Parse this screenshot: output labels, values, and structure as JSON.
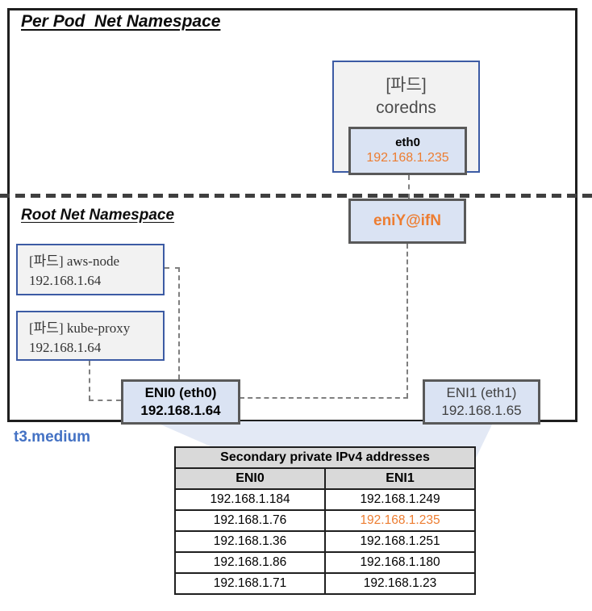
{
  "per_pod_section": {
    "title": "Per Pod  Net Namespace",
    "coredns_pod": {
      "tag": "[파드]",
      "name": "coredns",
      "eth": {
        "name": "eth0",
        "ip": "192.168.1.235"
      }
    }
  },
  "root_section": {
    "title": "Root Net Namespace",
    "veth_label": "eniY@ifN",
    "aws_node_pod": {
      "label": "[파드] aws-node",
      "ip": "192.168.1.64"
    },
    "kube_proxy_pod": {
      "label": "[파드] kube-proxy",
      "ip": "192.168.1.64"
    },
    "eni0": {
      "label": "ENI0 (eth0)",
      "ip": "192.168.1.64"
    },
    "eni1": {
      "label": "ENI1 (eth1)",
      "ip": "192.168.1.65"
    }
  },
  "instance_type_label": "t3.medium",
  "ip_table": {
    "title": "Secondary private IPv4 addresses",
    "columns": [
      "ENI0",
      "ENI1"
    ],
    "rows": [
      [
        "192.168.1.184",
        "192.168.1.249"
      ],
      [
        "192.168.1.76",
        "192.168.1.235"
      ],
      [
        "192.168.1.36",
        "192.168.1.251"
      ],
      [
        "192.168.1.86",
        "192.168.1.180"
      ],
      [
        "192.168.1.71",
        "192.168.1.23"
      ]
    ],
    "highlighted_cell": {
      "row": 1,
      "col": 1,
      "color": "#ed7d31"
    }
  },
  "colors": {
    "accent_blue": "#4472c4",
    "highlight_orange": "#ed7d31",
    "iface_fill": "#dae3f3",
    "pod_fill": "#f2f2f2",
    "table_header_gray": "#d9d9d9",
    "dark_border": "#595959"
  }
}
